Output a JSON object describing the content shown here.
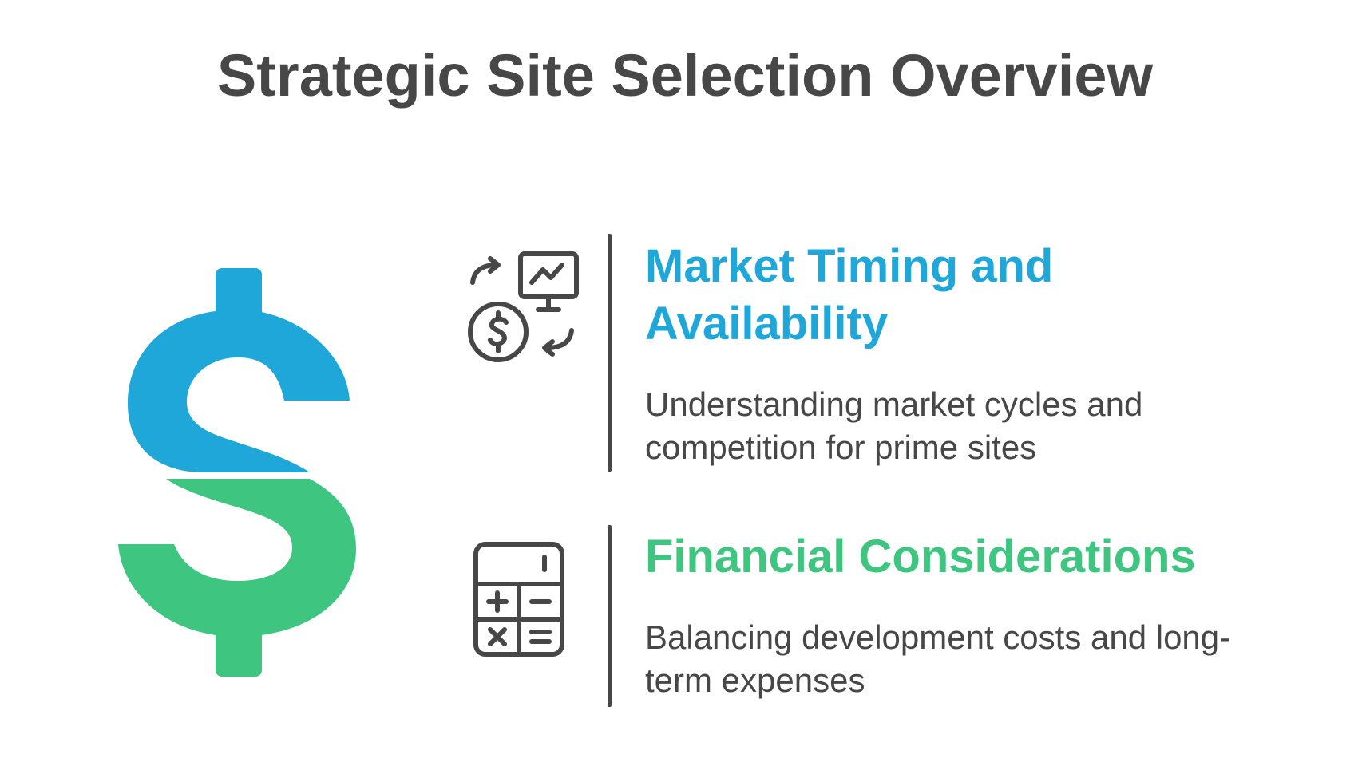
{
  "title": "Strategic Site Selection Overview",
  "colors": {
    "blue": "#1fa7da",
    "green": "#3ec681",
    "text": "#474747"
  },
  "main_icon": "dollar-sign-icon",
  "items": [
    {
      "icon": "market-timing-icon",
      "heading": "Market Timing and Availability",
      "description": "Understanding market cycles and competition for prime sites",
      "color": "#1fa7da"
    },
    {
      "icon": "calculator-icon",
      "heading": "Financial Considerations",
      "description": "Balancing development costs and long-term expenses",
      "color": "#3ec681"
    }
  ]
}
